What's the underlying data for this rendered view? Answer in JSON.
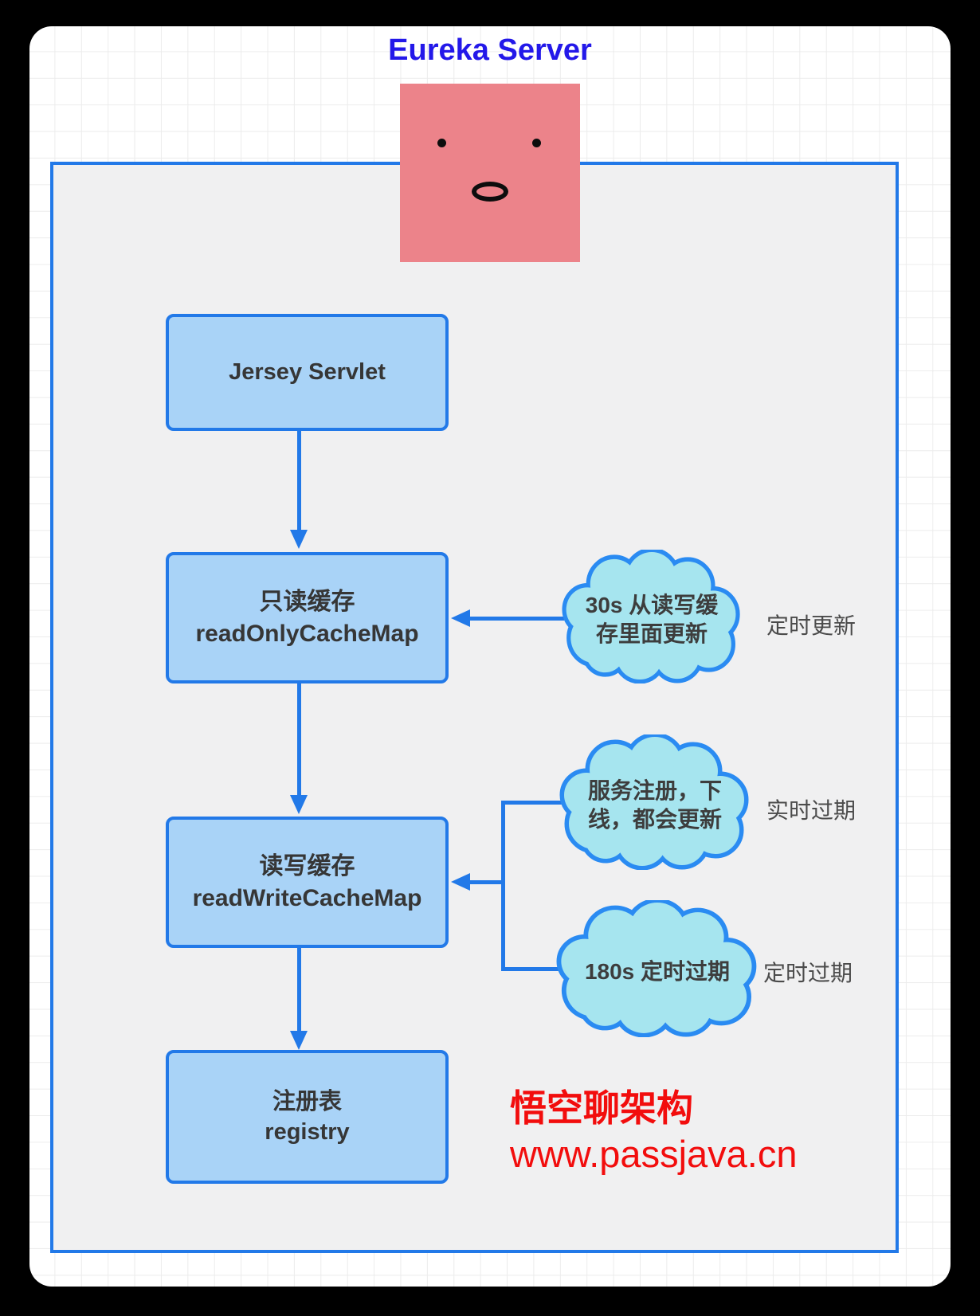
{
  "title": "Eureka Server",
  "nodes": [
    {
      "line1": "Jersey Servlet",
      "line2": ""
    },
    {
      "line1": "只读缓存",
      "line2": "readOnlyCacheMap"
    },
    {
      "line1": "读写缓存",
      "line2": "readWriteCacheMap"
    },
    {
      "line1": "注册表",
      "line2": "registry"
    }
  ],
  "clouds": [
    {
      "line1": "30s 从读写缓",
      "line2": "存里面更新",
      "label": "定时更新"
    },
    {
      "line1": "服务注册，下",
      "line2": "线，都会更新",
      "label": "实时过期"
    },
    {
      "line1": "180s 定时过期",
      "line2": "",
      "label": "定时过期"
    }
  ],
  "watermark": {
    "line1": "悟空聊架构",
    "line2": "www.passjava.cn"
  },
  "colors": {
    "accent_blue": "#2279e8",
    "node_fill": "#a9d3f7",
    "cloud_fill": "#a6e5ef",
    "cloud_border": "#2a8bf2",
    "title_blue": "#2318e9",
    "face_pink": "#ec838a",
    "watermark_red": "#f20d0d",
    "canvas_gray": "#f0f0f1"
  }
}
